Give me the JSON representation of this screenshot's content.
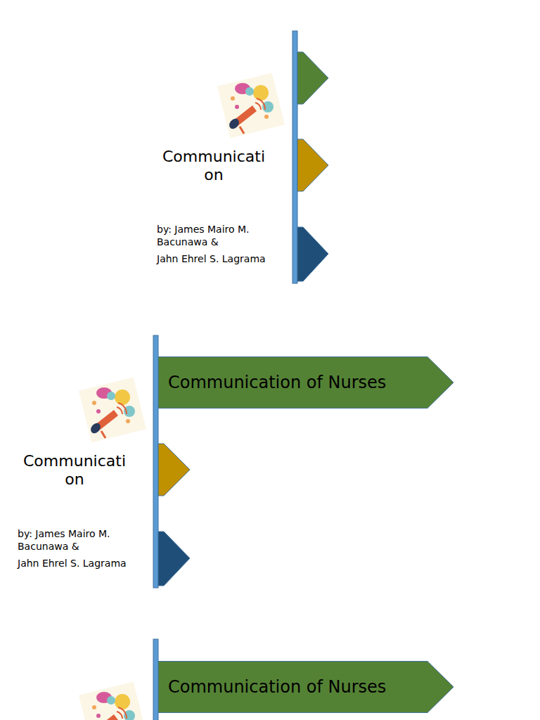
{
  "diagram": {
    "nodes": [
      {
        "text": [
          "Communication of Nurses"
        ]
      },
      {
        "text": [
          "Communication of Nurses"
        ]
      }
    ],
    "labels": [
      "Communication",
      "by: James Mairo M. Bacunawa &",
      "Jahn Ehrel S. Lagrama",
      "Communication",
      "by: James Mairo M. Bacunawa &",
      "Jahn Ehrel S. Lagrama"
    ]
  }
}
